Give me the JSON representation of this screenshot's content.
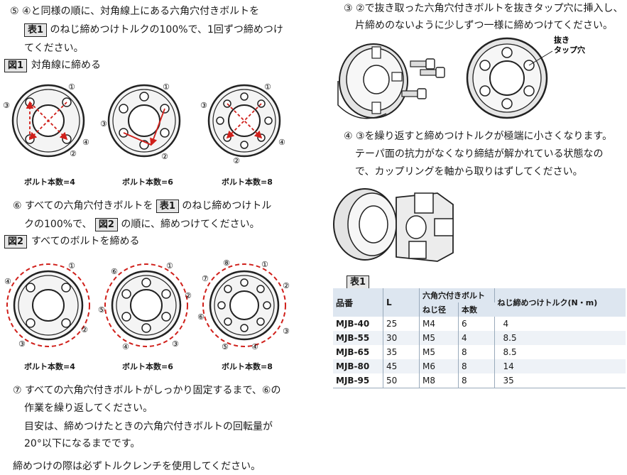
{
  "left": {
    "step5": {
      "line1": "⑤ ④と同様の順に、対角線上にある六角穴付きボルトを",
      "line2_table_label": "表1",
      "line2_rest": "のねじ締めつけトルクの100%で、1回ずつ締めつけ",
      "line3": "てください。"
    },
    "fig1": {
      "label": "図1",
      "title": "対角線に締める",
      "captions": [
        "ボルト本数=4",
        "ボルト本数=6",
        "ボルト本数=8"
      ]
    },
    "step6": {
      "line1_pre": "⑥ すべての六角穴付きボルトを",
      "line1_label": "表1",
      "line1_post": "のねじ締めつけトル",
      "line2_pre": "クの100%で、",
      "line2_label": "図2",
      "line2_post": "の順に、締めつけてください。"
    },
    "fig2": {
      "label": "図2",
      "title": "すべてのボルトを締める",
      "captions": [
        "ボルト本数=4",
        "ボルト本数=6",
        "ボルト本数=8"
      ]
    },
    "step7": {
      "line1": "⑦ すべての六角穴付きボルトがしっかり固定するまで、⑥の",
      "line2": "作業を繰り返してください。",
      "line3": "目安は、締めつけたときの六角穴付きボルトの回転量が",
      "line4": "20°以下になるまでです。"
    },
    "note": "締めつけの際は必ずトルクレンチを使用してください。"
  },
  "right": {
    "step3": {
      "line1": "③ ②で抜き取った六角穴付きボルトを抜きタップ穴に挿入し、",
      "line2": "片締めのないように少しずつ一様に締めつけてください。",
      "tap_label_1": "抜き",
      "tap_label_2": "タップ穴"
    },
    "step4": {
      "line1": "④ ③を繰り返すと締めつけトルクが極端に小さくなります。",
      "line2": "テーパ面の抗力がなくなり締結が解かれている状態なの",
      "line3": "で、カップリングを軸から取りはずしてください。"
    },
    "table1": {
      "label": "表1",
      "headers": {
        "model": "品番",
        "length": "L",
        "bolt_group": "六角穴付きボルト",
        "thread": "ねじ径",
        "count": "本数",
        "torque": "ねじ締めつけトルク(N・m)"
      },
      "rows": [
        {
          "model": "MJB-40",
          "L": "25",
          "thread": "M4",
          "count": "6",
          "torque": "4"
        },
        {
          "model": "MJB-55",
          "L": "30",
          "thread": "M5",
          "count": "4",
          "torque": "8.5"
        },
        {
          "model": "MJB-65",
          "L": "35",
          "thread": "M5",
          "count": "8",
          "torque": "8.5"
        },
        {
          "model": "MJB-80",
          "L": "45",
          "thread": "M6",
          "count": "8",
          "torque": "14"
        },
        {
          "model": "MJB-95",
          "L": "50",
          "thread": "M8",
          "count": "8",
          "torque": "35"
        }
      ]
    }
  },
  "colors": {
    "accent_red": "#d0201b",
    "table_header": "#dde6f0",
    "label_bg": "#e6e6e6"
  }
}
